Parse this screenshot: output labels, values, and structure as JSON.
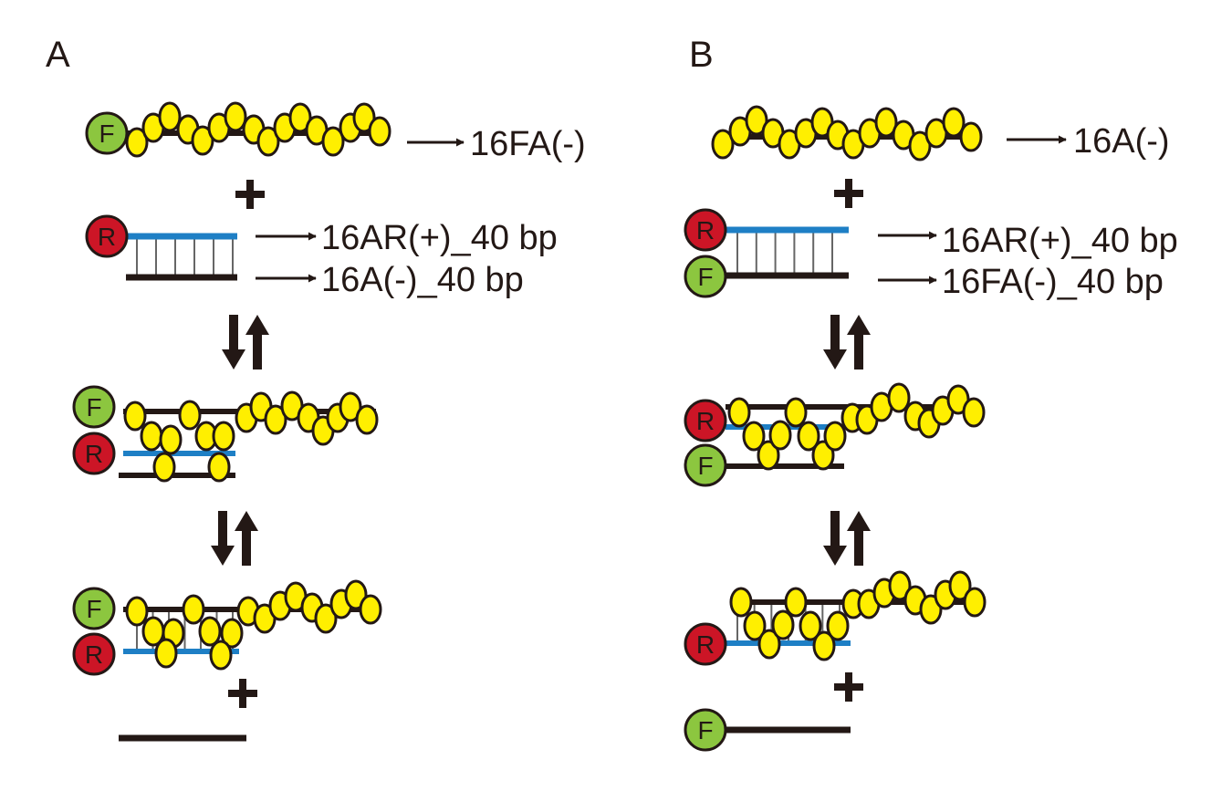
{
  "panels": [
    {
      "letter": "A",
      "labels": {
        "strand_top": "16FA(-)",
        "duplex_upper": "16AR(+)_40 bp",
        "duplex_lower": "16A(-)_40 bp"
      }
    },
    {
      "letter": "B",
      "labels": {
        "strand_top": "16A(-)",
        "duplex_upper": "16AR(+)_40 bp",
        "duplex_lower": "16FA(-)_40 bp"
      }
    }
  ],
  "dye_labels": {
    "fluorophore": "F",
    "quencher": "R"
  },
  "colors": {
    "strand": "#231815",
    "duplex_upper_strand": "#1e7fc5",
    "rung": "#666666",
    "protein_fill": "#ffef00",
    "fluorophore_fill": "#8cc63f",
    "quencher_fill": "#cc1526"
  }
}
